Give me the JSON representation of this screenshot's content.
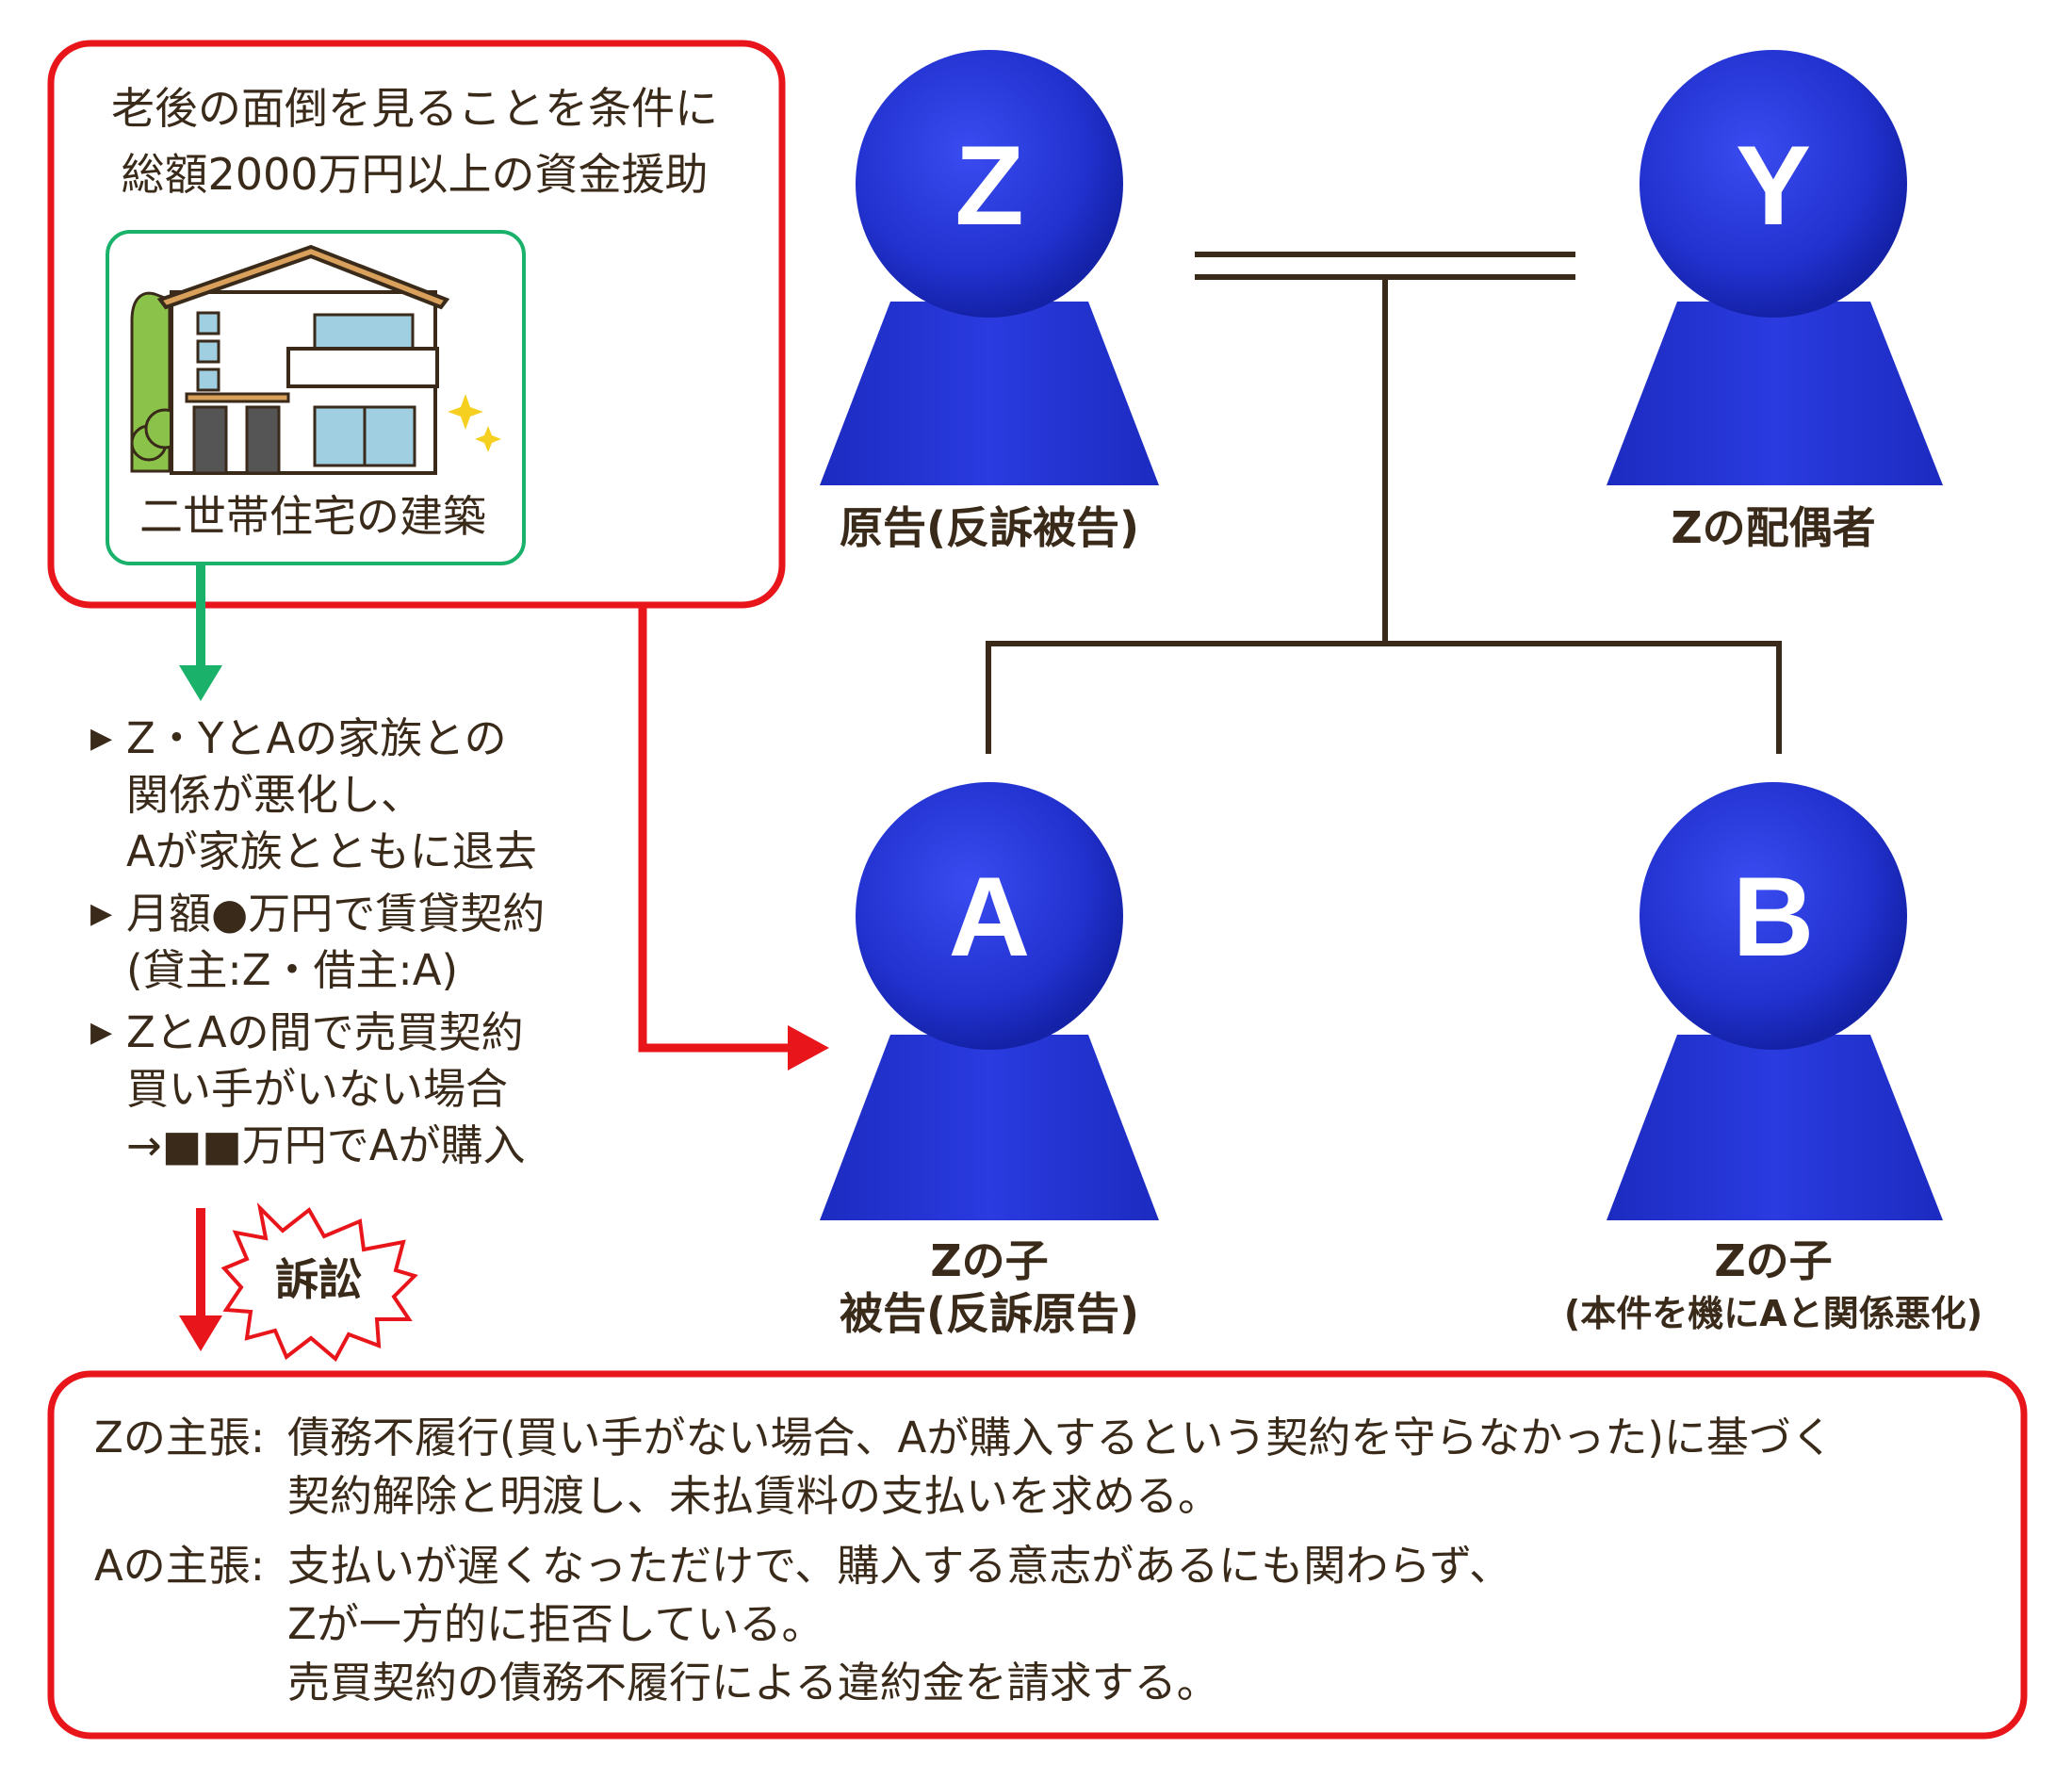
{
  "top_box": {
    "title_line1": "老後の面倒を見ることを条件に",
    "title_line2": "総額2000万円以上の資金援助",
    "house_caption": "二世帯住宅の建築"
  },
  "bullets": [
    {
      "lines": [
        "Z・YとAの家族との",
        "関係が悪化し、",
        "Aが家族とともに退去"
      ]
    },
    {
      "lines": [
        "月額●万円で賃貸契約",
        "(貸主:Z・借主:A)"
      ]
    },
    {
      "lines": [
        "ZとAの間で売買契約",
        "買い手がいない場合",
        "→■■万円でAが購入"
      ]
    }
  ],
  "lawsuit_label": "訴訟",
  "people": {
    "z": {
      "letter": "Z",
      "label": "原告(反訴被告)"
    },
    "y": {
      "letter": "Y",
      "label": "Zの配偶者"
    },
    "a": {
      "letter": "A",
      "label_line1": "Zの子",
      "label_line2": "被告(反訴原告)"
    },
    "b": {
      "letter": "B",
      "label_line1": "Zの子",
      "label_line2": "(本件を機にAと関係悪化)"
    }
  },
  "claims": [
    {
      "head": "Zの主張:",
      "lines": [
        "債務不履行(買い手がない場合、Aが購入するという契約を守らなかった)に基づく",
        "契約解除と明渡し、未払賃料の支払いを求める。"
      ]
    },
    {
      "head": "Aの主張:",
      "lines": [
        "支払いが遅くなっただけで、購入する意志があるにも関わらず、",
        "Zが一方的に拒否している。",
        "売買契約の債務不履行による違約金を請求する。"
      ]
    }
  ],
  "colors": {
    "red": "#e8151b",
    "green": "#1ab26b",
    "blue": "#2232d0",
    "line": "#3a2a1a"
  }
}
